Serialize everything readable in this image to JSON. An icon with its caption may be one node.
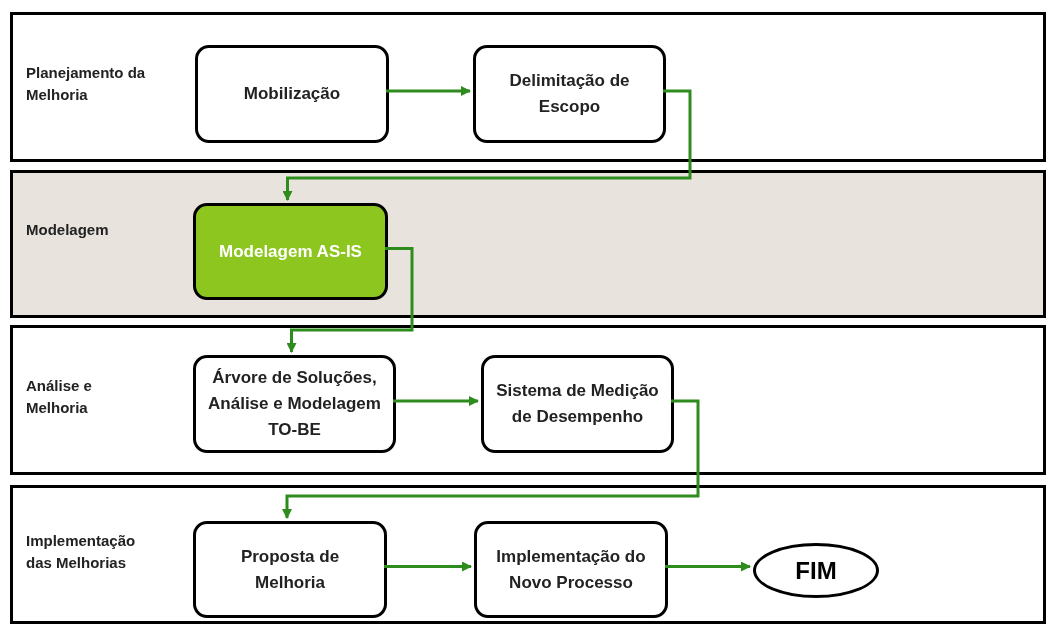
{
  "diagram": {
    "nodes": [
      {
        "text": [
          "Planejamento da Melhoria"
        ]
      },
      {
        "text": [
          "Mobilização"
        ],
        "in": 0
      },
      {
        "text": [
          "Delimitação de Escopo"
        ],
        "in": 0
      },
      {
        "text": [
          "Modelagem"
        ]
      },
      {
        "text": [
          "Modelagem AS-IS"
        ],
        "in": 3
      },
      {
        "text": [
          "Análise e Melhoria"
        ]
      },
      {
        "text": [
          "Árvore de Soluções, Análise e Modelagem TO-BE"
        ],
        "in": 5
      },
      {
        "text": [
          "Sistema de Medição de Desempenho"
        ],
        "in": 5
      },
      {
        "text": [
          "Implementação das Melhorias"
        ]
      },
      {
        "text": [
          "Proposta de Melhoria"
        ],
        "in": 8
      },
      {
        "text": [
          "Implementação do Novo Processo"
        ],
        "in": 8
      },
      {
        "text": [
          "FIM"
        ],
        "in": 8
      }
    ],
    "edges": [
      {
        "from": 1,
        "to": 2,
        "arrow": "to"
      },
      {
        "from": 2,
        "to": 4,
        "arrow": "to"
      },
      {
        "from": 4,
        "to": 6,
        "arrow": "to"
      },
      {
        "from": 6,
        "to": 7,
        "arrow": "to"
      },
      {
        "from": 7,
        "to": 9,
        "arrow": "to"
      },
      {
        "from": 9,
        "to": 10,
        "arrow": "to"
      },
      {
        "from": 10,
        "to": 11,
        "arrow": "to"
      }
    ]
  }
}
